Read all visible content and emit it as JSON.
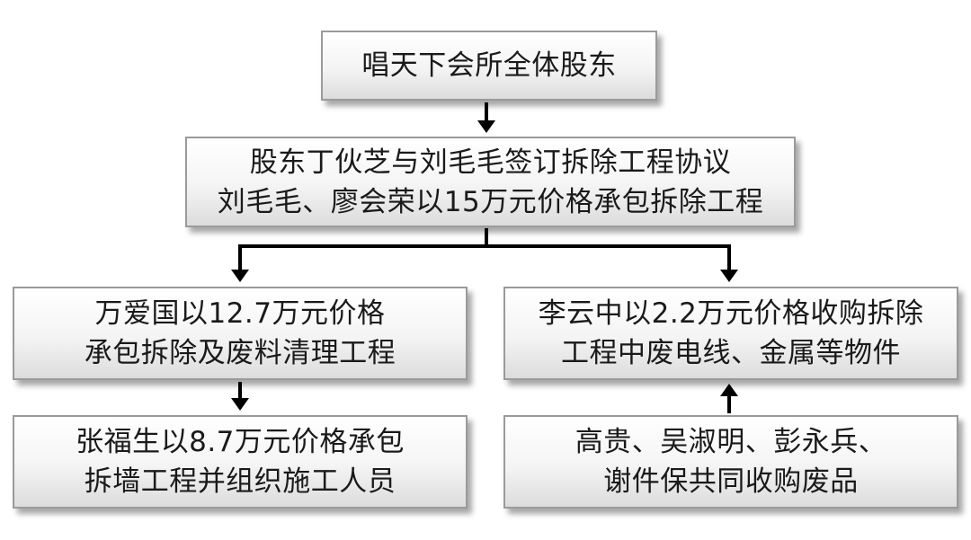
{
  "nodes": {
    "top": {
      "lines": [
        "唱天下会所全体股东"
      ]
    },
    "middle": {
      "lines": [
        "股东丁伙芝与刘毛毛签订拆除工程协议",
        "刘毛毛、廖会荣以15万元价格承包拆除工程"
      ]
    },
    "left_upper": {
      "lines": [
        "万爱国以12.7万元价格",
        "承包拆除及废料清理工程"
      ]
    },
    "right_upper": {
      "lines": [
        "李云中以2.2万元价格收购拆除",
        "工程中废电线、金属等物件"
      ]
    },
    "left_lower": {
      "lines": [
        "张福生以8.7万元价格承包",
        "拆墙工程并组织施工人员"
      ]
    },
    "right_lower": {
      "lines": [
        "高贵、吴淑明、彭永兵、",
        "谢件保共同收购废品"
      ]
    }
  },
  "colors": {
    "arrow": "#000000",
    "box_border": "#9a9a9a",
    "text": "#1a1a1a"
  }
}
